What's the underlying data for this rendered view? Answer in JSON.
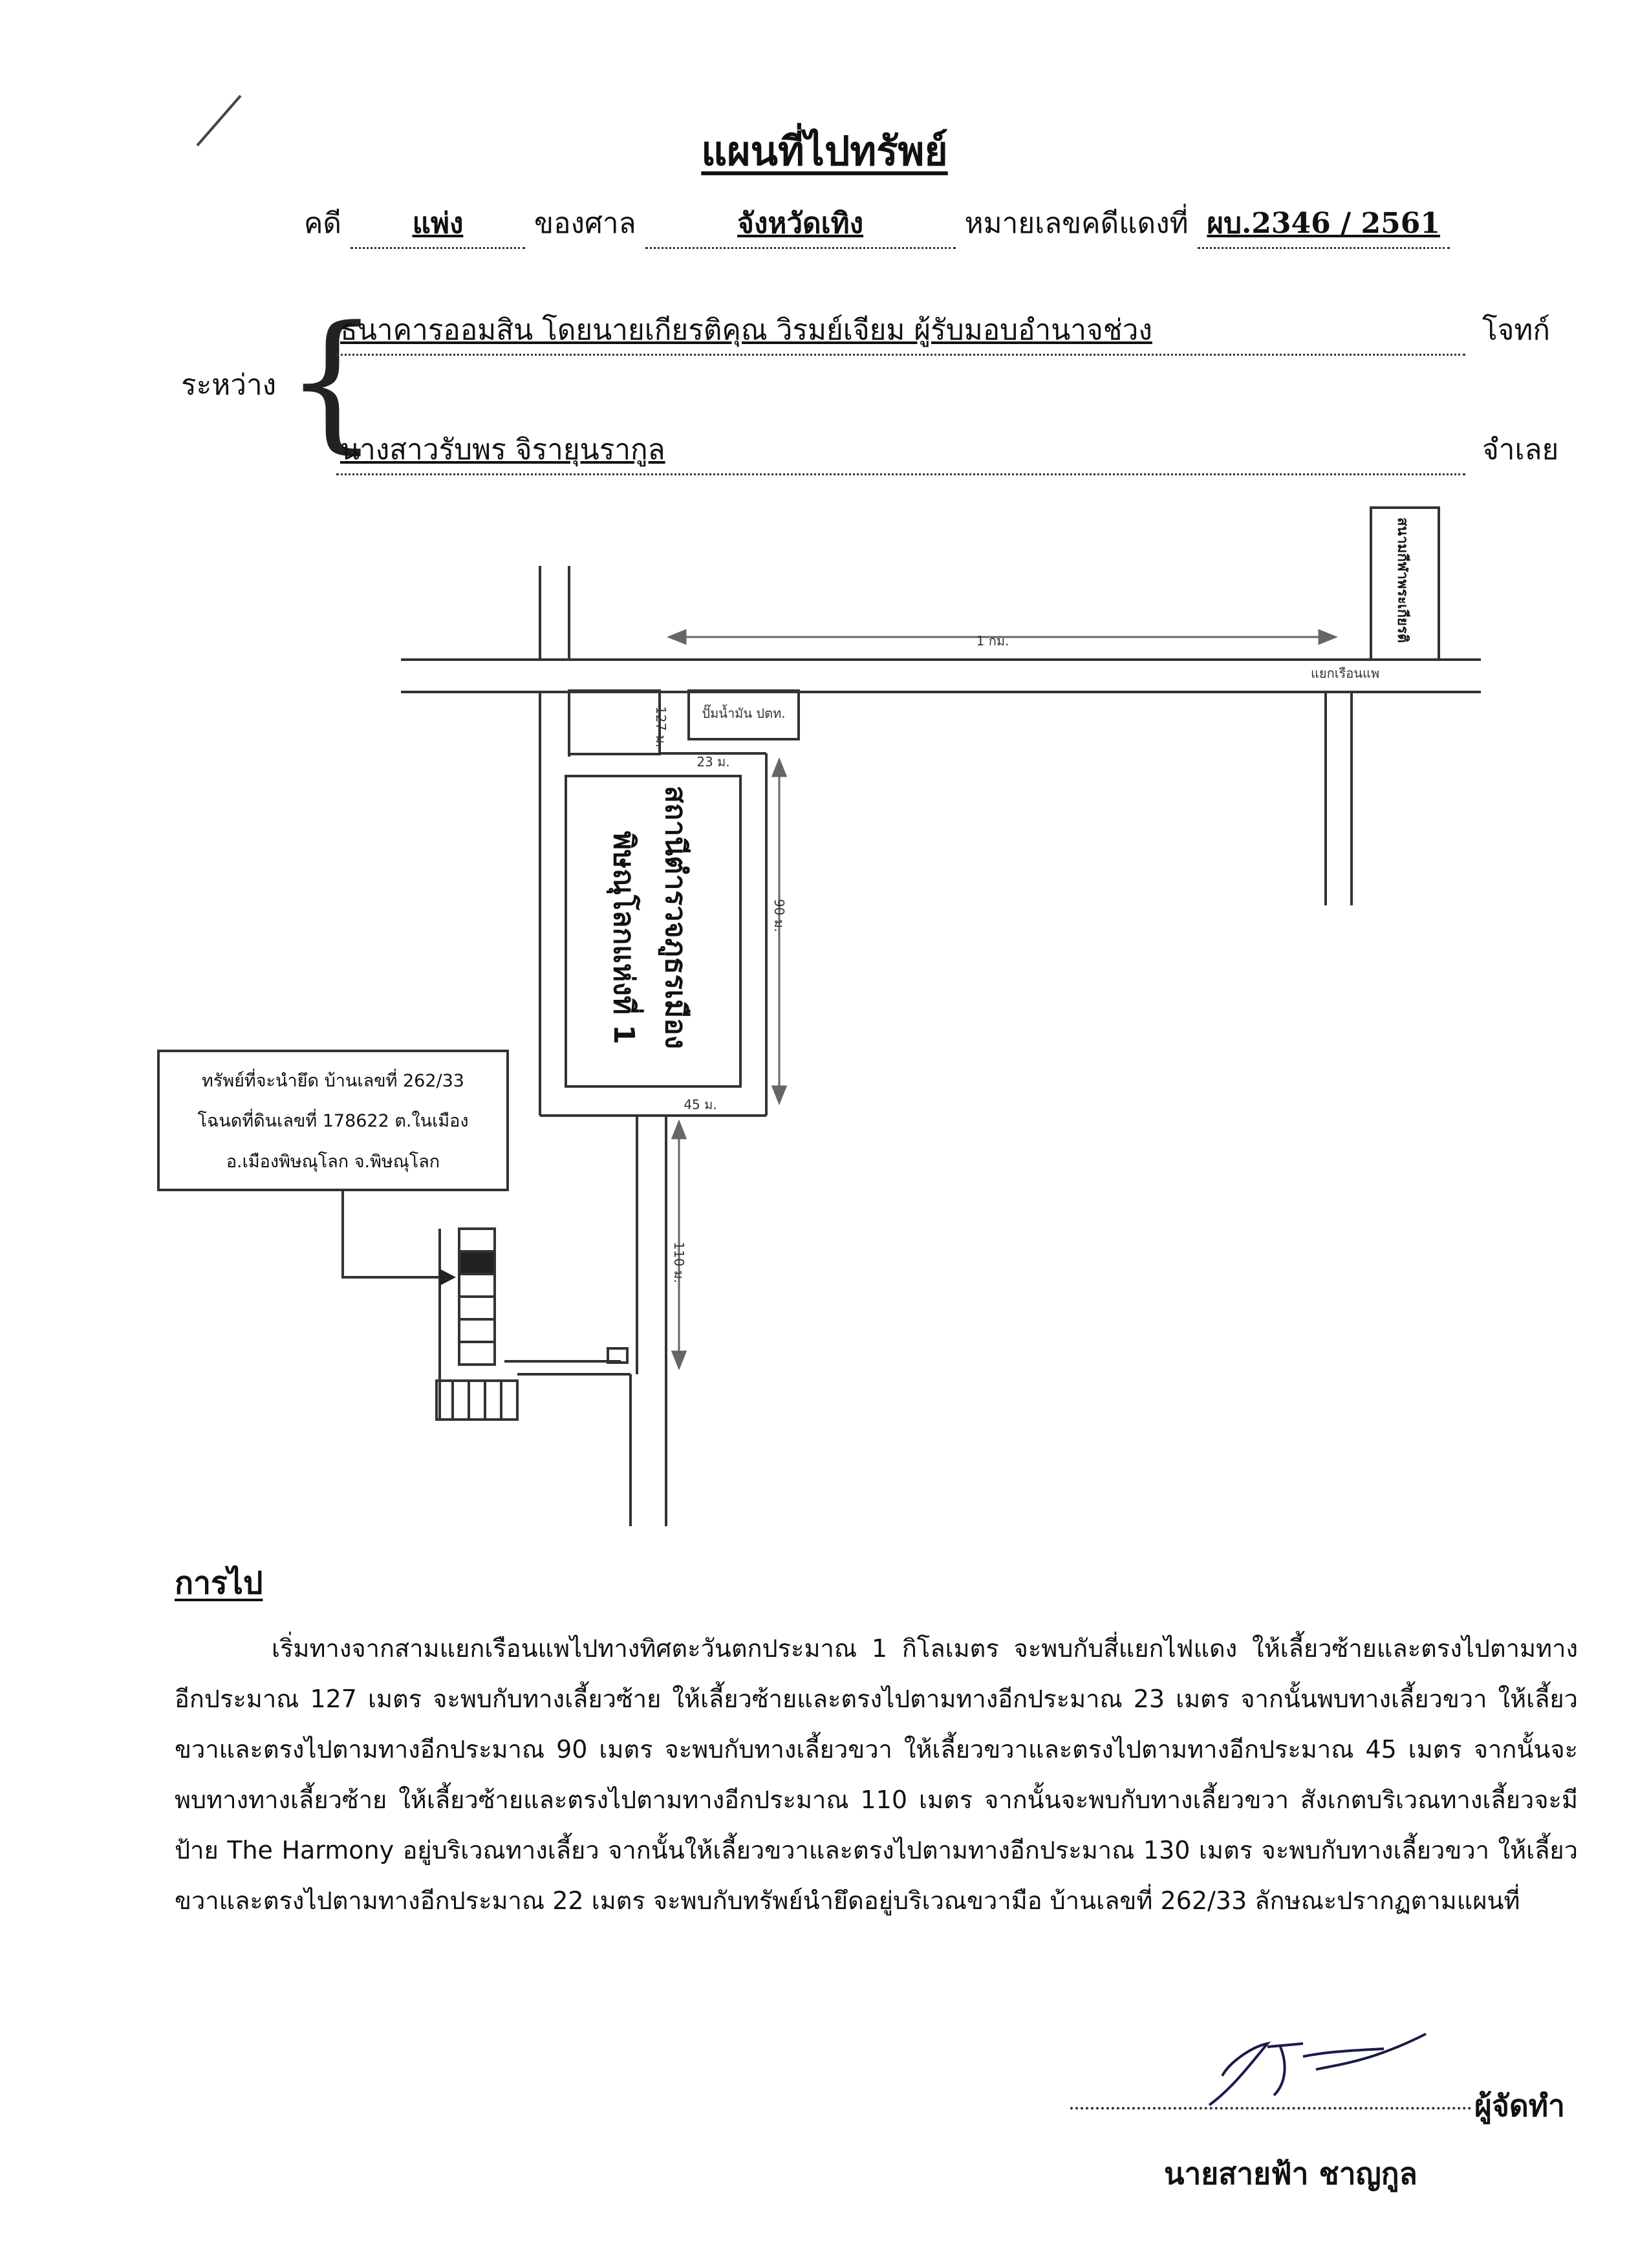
{
  "document": {
    "title": "แผนที่ไปทรัพย์",
    "case_label": "คดี",
    "case_type": "แพ่ง",
    "court_label": "ของศาล",
    "court": "จังหวัดเทิง",
    "number_label": "หมายเลขคดีแดงที่",
    "case_number": "ผบ.2346 / 2561",
    "between_label": "ระหว่าง",
    "plaintiff": "ธนาคารออมสิน โดยนายเกียรติคุณ วิรมย์เจียม ผู้รับมอบอำนาจช่วง",
    "plaintiff_role": "โจทก์",
    "defendant": "นางสาวรับพร จิรายุนรากูล",
    "defendant_role": "จำเลย"
  },
  "map": {
    "distance_1km": "1 กม.",
    "intersection": "แยกเรือนแพ",
    "gas_station": "ปั๊มน้ำมัน ปตท.",
    "distance_127": "127 ม.",
    "distance_23": "23 ม.",
    "distance_90": "90 ม.",
    "distance_45": "45 ม.",
    "distance_110": "110 ม.",
    "building_line1": "สถานีตำรวจภูธรเมือง",
    "building_line2": "พิษณุโลกแห่งที่ 1",
    "stadium": "สนามกีฬาพระเกียรติ",
    "property_line1": "ทรัพย์ที่จะนำยึด บ้านเลขที่ 262/33",
    "property_line2": "โฉนดที่ดินเลขที่ 178622 ต.ในเมือง",
    "property_line3": "อ.เมืองพิษณุโลก จ.พิษณุโลก"
  },
  "directions": {
    "heading": "การไป",
    "text": "เริ่มทางจากสามแยกเรือนแพไปทางทิศตะวันตกประมาณ 1 กิโลเมตร จะพบกับสี่แยกไฟแดง ให้เลี้ยวซ้ายและตรงไปตามทางอีกประมาณ 127 เมตร จะพบกับทางเลี้ยวซ้าย ให้เลี้ยวซ้ายและตรงไปตามทางอีกประมาณ 23 เมตร จากนั้นพบทางเลี้ยวขวา ให้เลี้ยวขวาและตรงไปตามทางอีกประมาณ 90 เมตร จะพบกับทางเลี้ยวขวา ให้เลี้ยวขวาและตรงไปตามทางอีกประมาณ 45 เมตร จากนั้นจะพบทางทางเลี้ยวซ้าย ให้เลี้ยวซ้ายและตรงไปตามทางอีกประมาณ 110 เมตร จากนั้นจะพบกับทางเลี้ยวขวา สังเกตบริเวณทางเลี้ยวจะมีป้าย The Harmony อยู่บริเวณทางเลี้ยว จากนั้นให้เลี้ยวขวาและตรงไปตามทางอีกประมาณ 130 เมตร จะพบกับทางเลี้ยวขวา ให้เลี้ยวขวาและตรงไปตามทางอีกประมาณ 22 เมตร จะพบกับทรัพย์นำยึดอยู่บริเวณขวามือ บ้านเลขที่ 262/33 ลักษณะปรากฏตามแผนที่"
  },
  "signature": {
    "label": "ผู้จัดทำ",
    "name": "นายสายฟ้า ชาญกูล"
  }
}
